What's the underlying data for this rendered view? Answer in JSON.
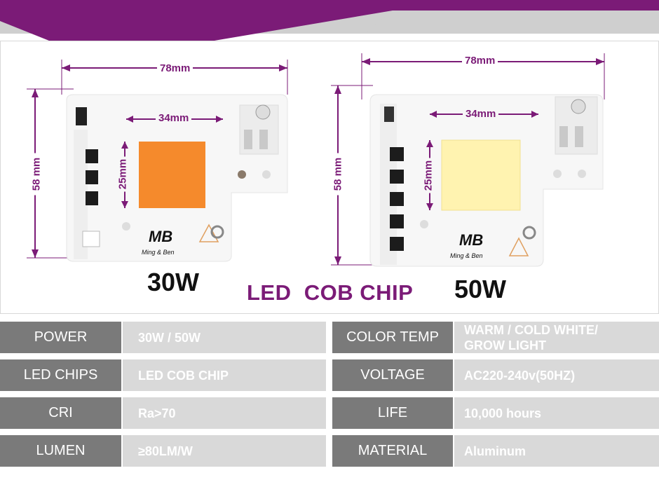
{
  "chips": [
    {
      "wattage": "30W",
      "width": "78mm",
      "height": "58 mm",
      "inner_width": "34mm",
      "inner_height": "25mm",
      "brand": "Ming & Ben",
      "logo": "MB",
      "led_color": "#f58a2c"
    },
    {
      "wattage": "50W",
      "width": "78mm",
      "height": "58 mm",
      "inner_width": "34mm",
      "inner_height": "25mm",
      "brand": "Ming & Ben",
      "logo": "MB",
      "led_color": "#fff3b0"
    }
  ],
  "center_title": "LED  COB CHIP",
  "specs": [
    {
      "label": "POWER",
      "value": "30W / 50W"
    },
    {
      "label": "COLOR  TEMP",
      "value_lines": [
        "WARM / COLD WHITE/",
        "GROW LIGHT"
      ]
    },
    {
      "label": "LED CHIPS",
      "value": "LED COB CHIP"
    },
    {
      "label": "VOLTAGE",
      "value": "AC220-240v(50HZ)"
    },
    {
      "label": "CRI",
      "value": "Ra>70"
    },
    {
      "label": "LIFE",
      "value": "10,000 hours"
    },
    {
      "label": "LUMEN",
      "value": "≥80LM/W"
    },
    {
      "label": "MATERIAL",
      "value": "Aluminum"
    }
  ],
  "colors": {
    "accent": "#7b1b77",
    "banner_gray": "#cfcfcf",
    "label_bg": "#7a7a7a",
    "value_bg": "#d9d9d9"
  }
}
